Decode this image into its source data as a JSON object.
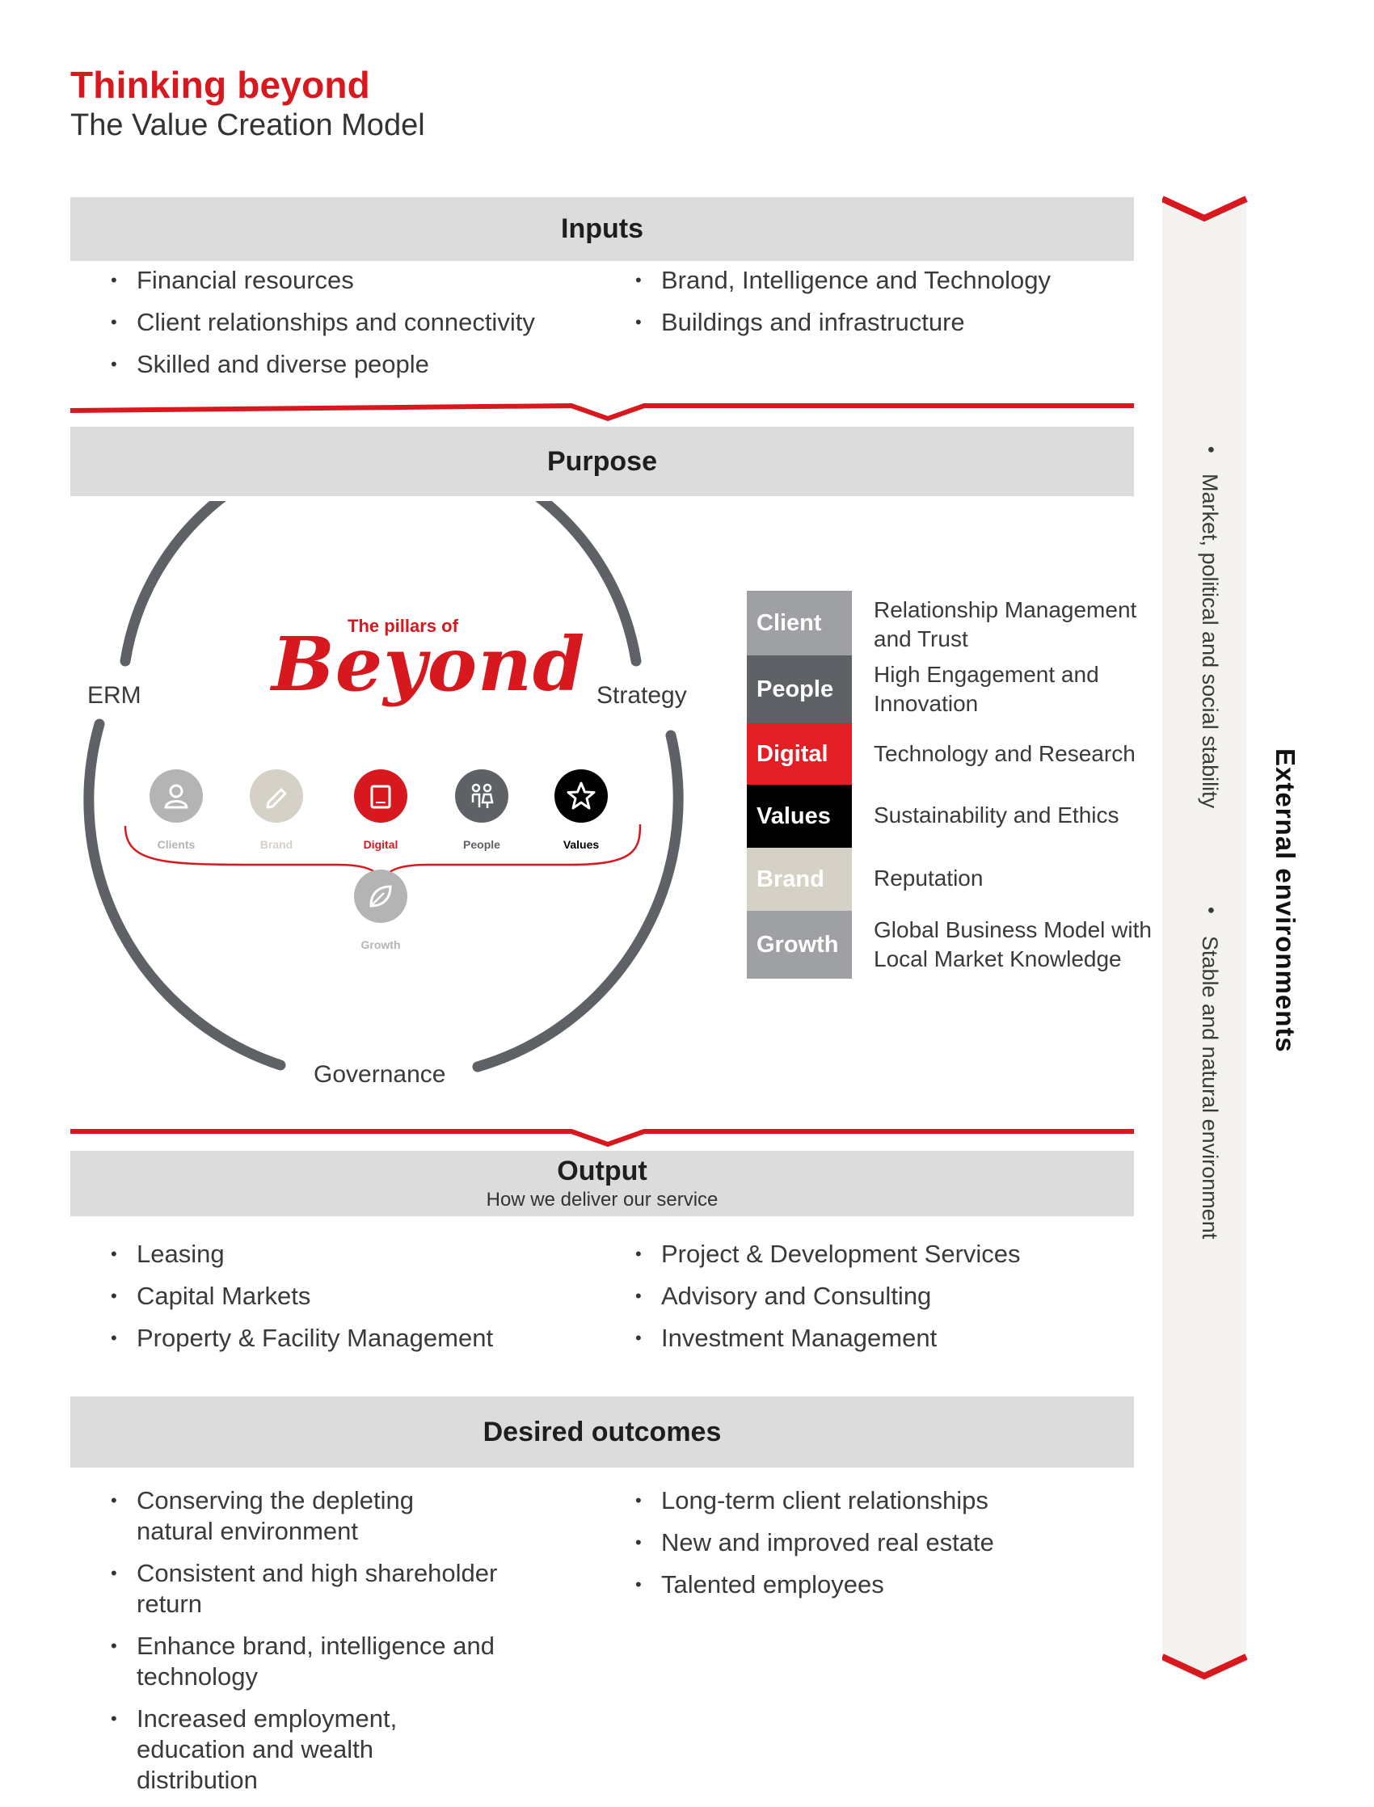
{
  "header": {
    "title": "Thinking beyond",
    "subtitle": "The Value Creation Model"
  },
  "inputs": {
    "heading": "Inputs",
    "left": [
      "Financial resources",
      "Client relationships and connectivity",
      "Skilled and diverse people"
    ],
    "right": [
      "Brand, Intelligence and Technology",
      "Buildings and infrastructure"
    ]
  },
  "purpose": {
    "heading": "Purpose",
    "logo": {
      "tagline": "The pillars of",
      "word": "Beyond"
    },
    "ring_labels": {
      "left": "ERM",
      "right": "Strategy",
      "bottom": "Governance"
    },
    "icons": [
      {
        "name": "Clients",
        "icon": "person-icon",
        "color": "#b4b4b4"
      },
      {
        "name": "Brand",
        "icon": "pencil-icon",
        "color": "#d6d1c6"
      },
      {
        "name": "Digital",
        "icon": "tablet-icon",
        "color": "#d7191f"
      },
      {
        "name": "People",
        "icon": "people-icon",
        "color": "#5e6166"
      },
      {
        "name": "Values",
        "icon": "star-icon",
        "color": "#000000"
      },
      {
        "name": "Growth",
        "icon": "leaf-icon",
        "color": "#b4b4b4"
      }
    ],
    "pillars": [
      {
        "name": "Client",
        "color": "#9ea0a3",
        "desc": "Relationship Management and Trust"
      },
      {
        "name": "People",
        "color": "#5e6166",
        "desc": "High Engagement and Innovation"
      },
      {
        "name": "Digital",
        "color": "#e31e24",
        "desc": "Technology and Research"
      },
      {
        "name": "Values",
        "color": "#000000",
        "desc": "Sustainability and Ethics"
      },
      {
        "name": "Brand",
        "color": "#d6d1c6",
        "desc": "Reputation"
      },
      {
        "name": "Growth",
        "color": "#9ea0a3",
        "desc": "Global Business Model with Local Market Knowledge"
      }
    ]
  },
  "output": {
    "heading": "Output",
    "subheading": "How we deliver our service",
    "left": [
      "Leasing",
      "Capital Markets",
      "Property & Facility Management"
    ],
    "right": [
      "Project & Development Services",
      "Advisory and Consulting",
      "Investment Management"
    ]
  },
  "outcomes": {
    "heading": "Desired outcomes",
    "left": [
      "Conserving the depleting natural environment",
      "Consistent and high shareholder return",
      "Enhance brand, intelligence and technology",
      "Increased employment, education and wealth distribution"
    ],
    "right": [
      "Long-term client relationships",
      "New and improved real estate",
      "Talented employees"
    ]
  },
  "external": {
    "heading": "External environments",
    "items": [
      "Market, political and social stability",
      "Stable and natural environment"
    ]
  },
  "colors": {
    "brand_red": "#d7191f",
    "bar_gray": "#dcdcdc",
    "ring_gray": "#5e6166",
    "band_bg": "#f4f2ef"
  }
}
